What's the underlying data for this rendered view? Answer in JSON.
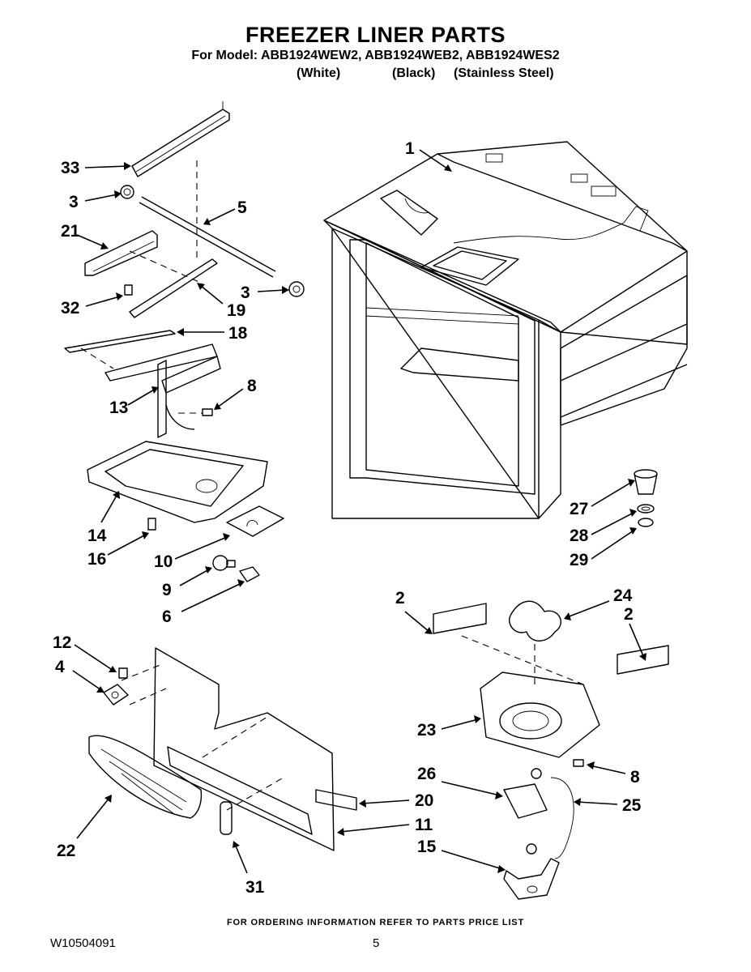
{
  "header": {
    "title": "FREEZER LINER PARTS",
    "model_line": "For Model: ABB1924WEW2, ABB1924WEB2, ABB1924WES2",
    "color_white": "(White)",
    "color_black": "(Black)",
    "color_stainless": "(Stainless Steel)"
  },
  "callouts": [
    {
      "label": "1"
    },
    {
      "label": "33"
    },
    {
      "label": "3"
    },
    {
      "label": "5"
    },
    {
      "label": "21"
    },
    {
      "label": "3"
    },
    {
      "label": "32"
    },
    {
      "label": "19"
    },
    {
      "label": "18"
    },
    {
      "label": "8"
    },
    {
      "label": "13"
    },
    {
      "label": "14"
    },
    {
      "label": "16"
    },
    {
      "label": "10"
    },
    {
      "label": "9"
    },
    {
      "label": "6"
    },
    {
      "label": "27"
    },
    {
      "label": "28"
    },
    {
      "label": "29"
    },
    {
      "label": "2"
    },
    {
      "label": "24"
    },
    {
      "label": "2"
    },
    {
      "label": "12"
    },
    {
      "label": "4"
    },
    {
      "label": "23"
    },
    {
      "label": "26"
    },
    {
      "label": "8"
    },
    {
      "label": "20"
    },
    {
      "label": "25"
    },
    {
      "label": "11"
    },
    {
      "label": "22"
    },
    {
      "label": "15"
    },
    {
      "label": "31"
    }
  ],
  "footer": {
    "ordering_note": "FOR ORDERING INFORMATION REFER TO PARTS PRICE LIST",
    "doc_number": "W10504091",
    "page_number": "5"
  }
}
